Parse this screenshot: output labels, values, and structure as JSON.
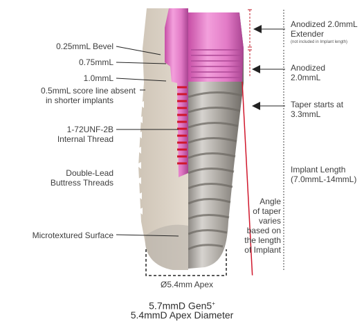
{
  "labels": {
    "bevel": "0.25mmL Bevel",
    "l075": "0.75mmL",
    "l10": "1.0mmL",
    "score_line_1": "0.5mmL score line absent",
    "score_line_2": "in shorter implants",
    "thread_1": "1-72UNF-2B",
    "thread_2": "Internal Thread",
    "buttress_1": "Double-Lead",
    "buttress_2": "Buttress Threads",
    "microtextured": "Microtextured Surface",
    "extender_1": "Anodized 2.0mmL",
    "extender_2": "Extender",
    "extender_note": "(not included in Implant length)",
    "anodized_1": "Anodized",
    "anodized_2": "2.0mmL",
    "taper_1": "Taper starts at",
    "taper_2": "3.3mmL",
    "length_1": "Implant Length",
    "length_2": "(7.0mmL-14mmL)",
    "angle_1": "Angle",
    "angle_2": "of taper",
    "angle_3": "varies",
    "angle_4": "based on",
    "angle_5": "the length",
    "angle_6": "of Implant",
    "apex": "Ø5.4mm Apex"
  },
  "caption": {
    "line1": "5.7mmD Gen5",
    "sup": "+",
    "line2": "5.4mmD Apex Diameter"
  },
  "colors": {
    "anodized_pink": "#e879c8",
    "accent_red": "#d0162b",
    "titanium": "#b9b5ae",
    "crosssection": "#d8cfc3"
  }
}
